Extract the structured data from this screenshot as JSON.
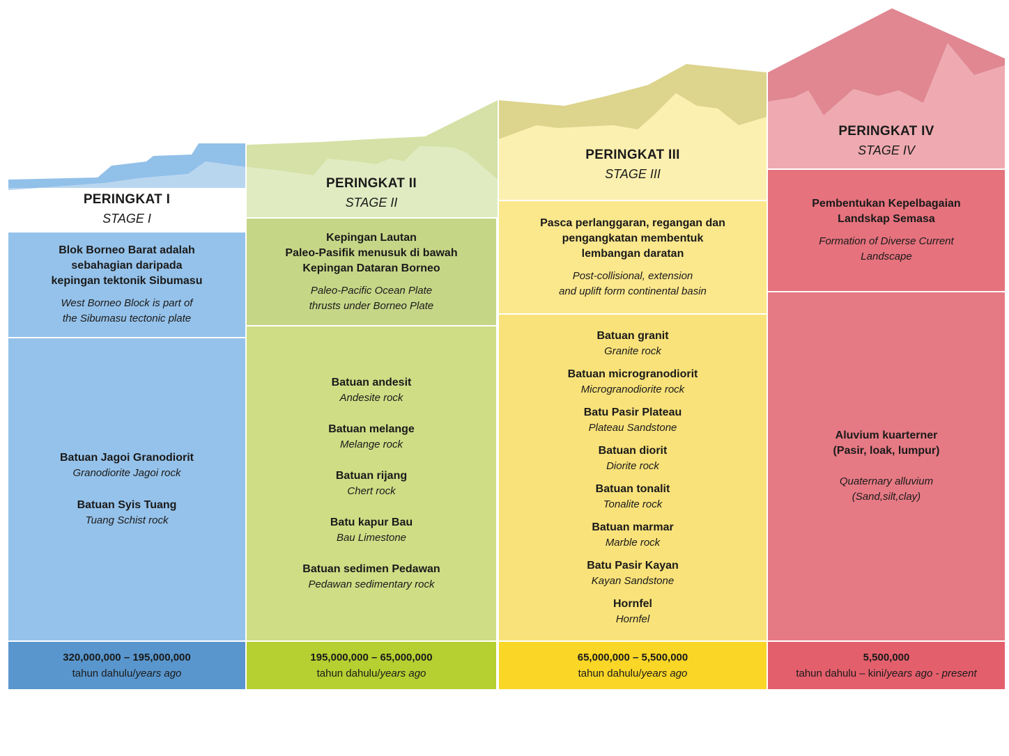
{
  "stages": [
    {
      "title_ms": "PERINGKAT I",
      "title_en": "STAGE I",
      "description_ms": "Blok Borneo Barat adalah\nsebahagian daripada\nkepingan tektonik Sibumasu",
      "description_en": "West Borneo Block is part of\nthe Sibumasu tectonic plate",
      "rocks": [
        {
          "ms": "Batuan Jagoi Granodiorit",
          "en": "Granodiorite Jagoi rock"
        },
        {
          "ms": "Batuan Syis Tuang",
          "en": "Tuang Schist rock"
        }
      ],
      "time_range": "320,000,000 – 195,000,000",
      "time_unit_ms": "tahun dahulu/",
      "time_unit_en": "years ago",
      "colors": {
        "header": "#b9d6ef",
        "peak_dark": "#91c0e9",
        "desc": "#95c2ea",
        "rocks": "#95c2ea",
        "time": "#5996cd"
      }
    },
    {
      "title_ms": "PERINGKAT II",
      "title_en": "STAGE II",
      "description_ms": "Kepingan Lautan\nPaleo-Pasifik menusuk di bawah\nKepingan Dataran Borneo",
      "description_en": "Paleo-Pacific Ocean Plate\nthrusts under Borneo Plate",
      "rocks": [
        {
          "ms": "Batuan andesit",
          "en": "Andesite rock"
        },
        {
          "ms": "Batuan melange",
          "en": "Melange rock"
        },
        {
          "ms": "Batuan rijang",
          "en": "Chert rock"
        },
        {
          "ms": "Batu kapur Bau",
          "en": "Bau Limestone"
        },
        {
          "ms": "Batuan sedimen Pedawan",
          "en": "Pedawan sedimentary rock"
        }
      ],
      "time_range": "195,000,000 – 65,000,000",
      "time_unit_ms": "tahun dahulu/",
      "time_unit_en": "years ago",
      "colors": {
        "header": "#e1ebc2",
        "peak_dark": "#d5e1a6",
        "desc": "#c6d687",
        "rocks": "#cfdd85",
        "time": "#b6cf31"
      }
    },
    {
      "title_ms": "PERINGKAT III",
      "title_en": "STAGE III",
      "description_ms": "Pasca perlanggaran, regangan dan\npengangkatan membentuk\nlembangan daratan",
      "description_en": "Post-collisional, extension\nand uplift form continental basin",
      "rocks": [
        {
          "ms": "Batuan granit",
          "en": "Granite rock"
        },
        {
          "ms": "Batuan microgranodiorit",
          "en": "Microgranodiorite rock"
        },
        {
          "ms": "Batu Pasir Plateau",
          "en": "Plateau Sandstone"
        },
        {
          "ms": "Batuan diorit",
          "en": "Diorite rock"
        },
        {
          "ms": "Batuan tonalit",
          "en": "Tonalite rock"
        },
        {
          "ms": "Batuan marmar",
          "en": "Marble rock"
        },
        {
          "ms": "Batu Pasir Kayan",
          "en": "Kayan Sandstone"
        },
        {
          "ms": "Hornfel",
          "en": "Hornfel"
        }
      ],
      "time_range": "65,000,000 – 5,500,000",
      "time_unit_ms": "tahun dahulu/",
      "time_unit_en": "years ago",
      "colors": {
        "header": "#fcf0b0",
        "peak_dark": "#ddd48d",
        "desc": "#fbe78c",
        "rocks": "#f9e27a",
        "time": "#fad627"
      }
    },
    {
      "title_ms": "PERINGKAT IV",
      "title_en": "STAGE IV",
      "description_ms": "Pembentukan Kepelbagaian\nLandskap Semasa",
      "description_en": "Formation of Diverse Current\nLandscape",
      "rocks": [
        {
          "ms": "Aluvium kuarterner\n(Pasir, loak, lumpur)",
          "en": "Quaternary alluvium\n(Sand,silt,clay)"
        }
      ],
      "time_range": "5,500,000",
      "time_unit_ms": "tahun dahulu – kini/",
      "time_unit_en": "years ago - present",
      "colors": {
        "header": "#eeaab0",
        "peak_dark": "#e08792",
        "desc": "#e5727d",
        "rocks": "#e67a84",
        "time": "#e45f6c"
      }
    }
  ]
}
